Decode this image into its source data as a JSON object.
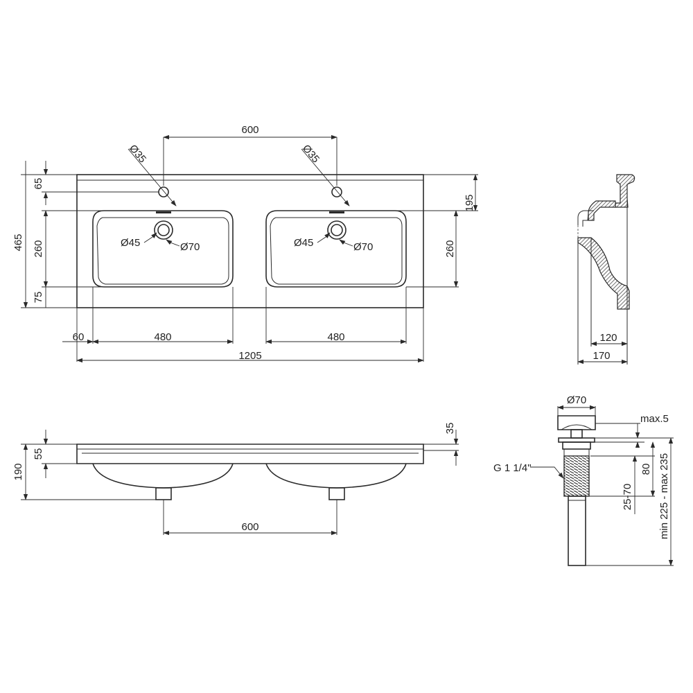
{
  "dims": {
    "tap_spacing": "600",
    "tap_hole_left": "Ø35",
    "tap_hole_right": "Ø35",
    "overall_depth": "465",
    "edge_to_tap": "65",
    "bowl_depth": "260",
    "front_rim": "75",
    "right_195": "195",
    "right_260": "260",
    "side_margin": "60",
    "bowl_width_left": "480",
    "bowl_width_right": "480",
    "overall_width": "1205",
    "drain_inner_left": "Ø45",
    "drain_outer_left": "Ø70",
    "drain_inner_right": "Ø45",
    "drain_outer_right": "Ø70",
    "side_120": "120",
    "side_170": "170",
    "front_190": "190",
    "front_55": "55",
    "front_35": "35",
    "front_drain_spacing": "600",
    "waste_diameter": "Ø70",
    "waste_max5": "max.5",
    "waste_thread": "G 1 1/4\"",
    "waste_80": "80",
    "waste_25_70": "25-70",
    "waste_total": "min 225 - max 235"
  }
}
